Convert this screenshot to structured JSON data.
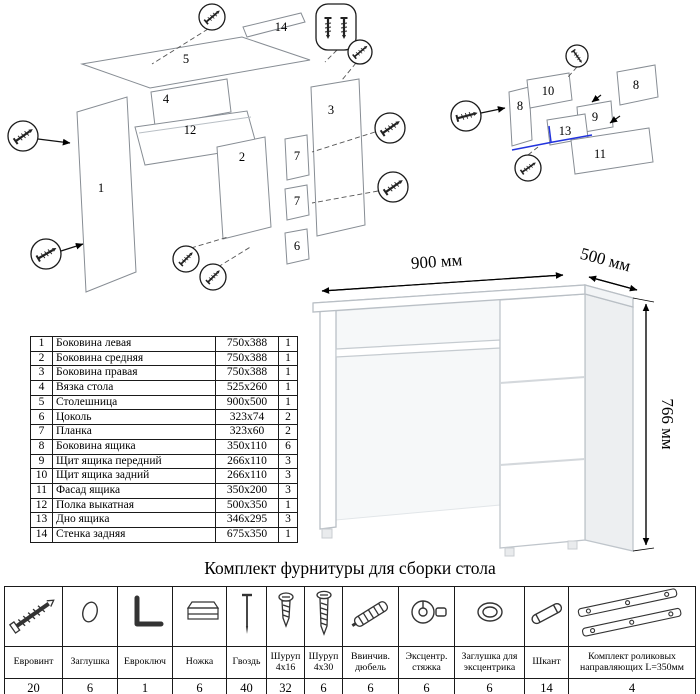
{
  "diagram": {
    "main_labels": [
      "1",
      "2",
      "3",
      "4",
      "5",
      "6",
      "7",
      "7",
      "12",
      "14"
    ],
    "drawer_labels": [
      "8",
      "8",
      "9",
      "10",
      "11",
      "13"
    ]
  },
  "dimensions": {
    "width": "900 мм",
    "depth": "500 мм",
    "height": "766 мм"
  },
  "parts_table": {
    "rows": [
      {
        "num": "1",
        "name": "Боковина левая",
        "size": "750x388",
        "qty": "1"
      },
      {
        "num": "2",
        "name": "Боковина средняя",
        "size": "750x388",
        "qty": "1"
      },
      {
        "num": "3",
        "name": "Боковина правая",
        "size": "750x388",
        "qty": "1"
      },
      {
        "num": "4",
        "name": "Вязка стола",
        "size": "525x260",
        "qty": "1"
      },
      {
        "num": "5",
        "name": "Столешница",
        "size": "900x500",
        "qty": "1"
      },
      {
        "num": "6",
        "name": "Цоколь",
        "size": "323x74",
        "qty": "2"
      },
      {
        "num": "7",
        "name": "Планка",
        "size": "323x60",
        "qty": "2"
      },
      {
        "num": "8",
        "name": "Боковина ящика",
        "size": "350x110",
        "qty": "6"
      },
      {
        "num": "9",
        "name": "Щит ящика передний",
        "size": "266x110",
        "qty": "3"
      },
      {
        "num": "10",
        "name": "Щит ящика задний",
        "size": "266x110",
        "qty": "3"
      },
      {
        "num": "11",
        "name": "Фасад ящика",
        "size": "350x200",
        "qty": "3"
      },
      {
        "num": "12",
        "name": "Полка выкатная",
        "size": "500x350",
        "qty": "1"
      },
      {
        "num": "13",
        "name": "Дно ящика",
        "size": "346x295",
        "qty": "3"
      },
      {
        "num": "14",
        "name": "Стенка задняя",
        "size": "675x350",
        "qty": "1"
      }
    ]
  },
  "hardware": {
    "title": "Комплект фурнитуры для сборки стола",
    "items": [
      {
        "name": "Евровинт",
        "qty": "20"
      },
      {
        "name": "Заглушка",
        "qty": "6"
      },
      {
        "name": "Евроключ",
        "qty": "1"
      },
      {
        "name": "Ножка",
        "qty": "6"
      },
      {
        "name": "Гвоздь",
        "qty": "40"
      },
      {
        "name": "Шуруп 4х16",
        "qty": "32"
      },
      {
        "name": "Шуруп 4х30",
        "qty": "6"
      },
      {
        "name": "Ввинчив. дюбель",
        "qty": "6"
      },
      {
        "name": "Эксцентр. стяжка",
        "qty": "6"
      },
      {
        "name": "Заглушка для эксцентрика",
        "qty": "6"
      },
      {
        "name": "Шкант",
        "qty": "14"
      },
      {
        "name": "Комплект роликовых направляющих L=350мм",
        "qty": "4"
      }
    ]
  },
  "colors": {
    "drawer_bottom_guide": "#2233dd"
  }
}
